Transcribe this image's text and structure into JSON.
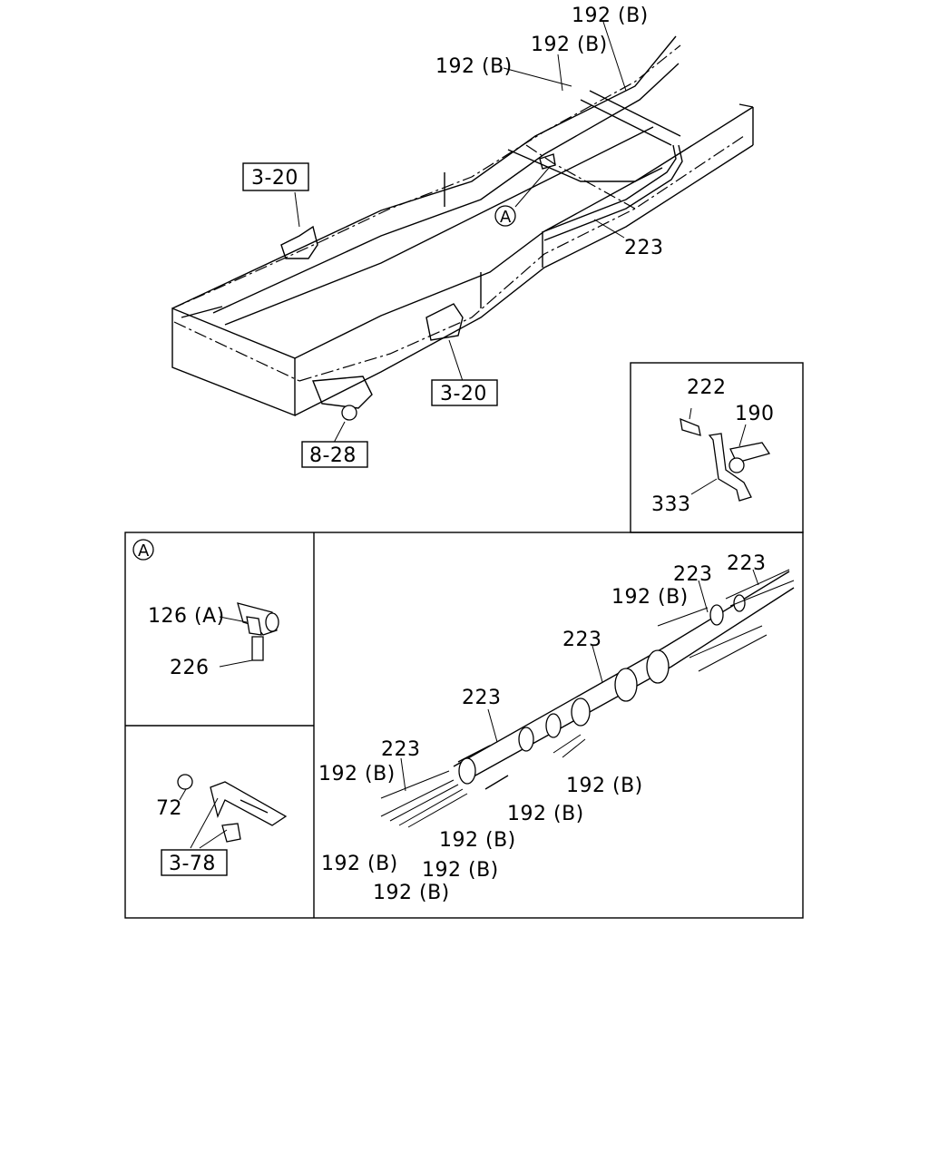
{
  "top_view": {
    "callouts": {
      "c1": "192 (B)",
      "c2": "192 (B)",
      "c3": "192 (B)",
      "c4": "223",
      "a_marker": "A"
    },
    "refs": {
      "r1": "3-20",
      "r2": "3-20",
      "r3": "8-28"
    }
  },
  "detail_bracket": {
    "labels": {
      "bolt": "222",
      "connector": "190",
      "bracket": "333"
    }
  },
  "detail_a": {
    "marker": "A",
    "labels": {
      "tee": "126 (A)",
      "bolt": "226"
    }
  },
  "detail_clip": {
    "labels": {
      "nut": "72",
      "ref": "3-78"
    }
  },
  "harness": {
    "labels": {
      "h223_1": "223",
      "h223_2": "223",
      "h223_3": "223",
      "h223_4": "223",
      "h223_5": "223",
      "h192_1": "192 (B)",
      "h192_2": "192 (B)",
      "h192_3": "192 (B)",
      "h192_4": "192 (B)",
      "h192_5": "192 (B)",
      "h192_6": "192 (B)",
      "h192_7": "192 (B)",
      "h192_8": "192 (B)"
    }
  }
}
